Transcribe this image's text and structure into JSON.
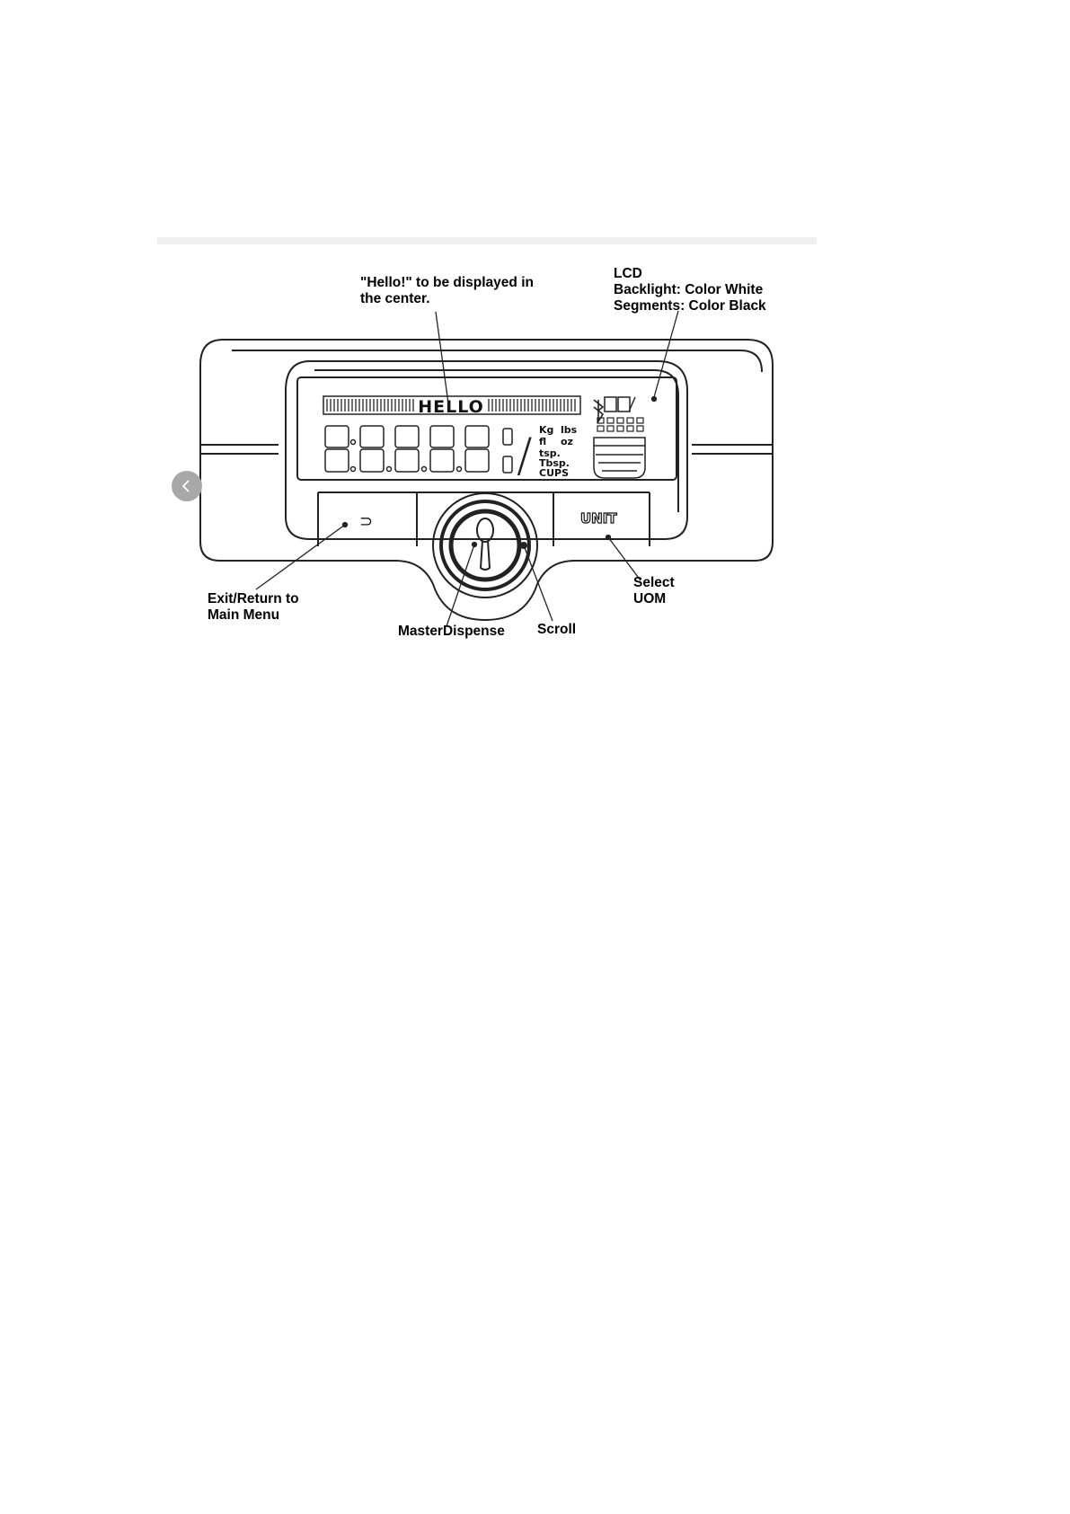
{
  "labels": {
    "hello_line1": "\"Hello!\" to be displayed in",
    "hello_line2": "the center.",
    "lcd_line1": "LCD",
    "lcd_line2": "Backlight: Color White",
    "lcd_line3": "Segments: Color Black",
    "exit_line1": "Exit/Return to",
    "exit_line2": "Main Menu",
    "master": "MasterDispense",
    "scroll": "Scroll",
    "select_line1": "Select",
    "select_line2": "UOM"
  },
  "lcd": {
    "marquee_text": "HELLO",
    "percent_sign": "/",
    "units": [
      "Kg",
      "lbs",
      "fl",
      "oz",
      "tsp.",
      "Tbsp.",
      "CUPS"
    ],
    "unit_button": "UNIT",
    "back_symbol": "⊃"
  },
  "colors": {
    "line": "#222222",
    "carousel_button": "#a8a8a8"
  },
  "icons": [
    "carousel-prev-icon",
    "bluetooth-icon",
    "battery-icon",
    "spoon-icon",
    "return-icon"
  ]
}
